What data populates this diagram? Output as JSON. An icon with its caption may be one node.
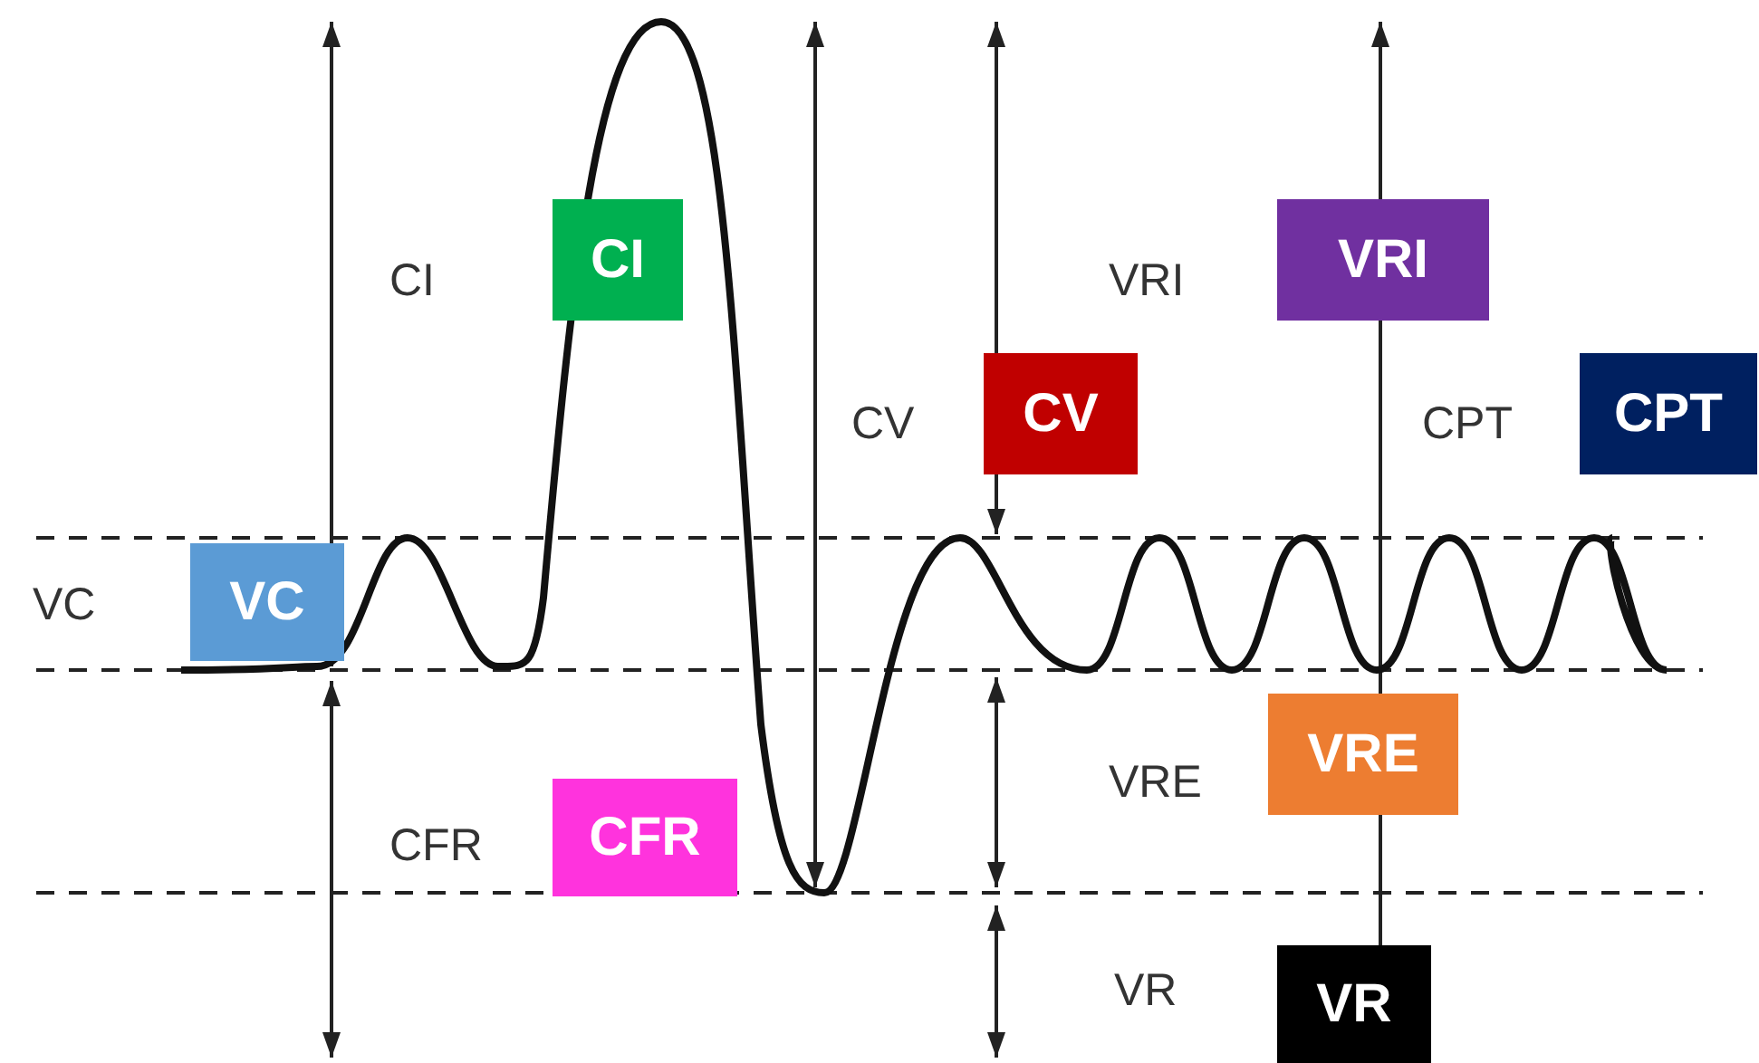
{
  "diagram": {
    "nodes": [
      {
        "text": [
          "CI"
        ]
      },
      {
        "text": [
          "VRI"
        ]
      },
      {
        "text": [
          "CV"
        ]
      },
      {
        "text": [
          "CPT"
        ]
      },
      {
        "text": [
          "VC"
        ]
      },
      {
        "text": [
          "VRE"
        ]
      },
      {
        "text": [
          "CFR"
        ]
      },
      {
        "text": [
          "VR"
        ]
      }
    ],
    "labels": [
      "CI",
      "VRI",
      "CV",
      "CPT",
      "VC",
      "VRE",
      "CFR",
      "VR"
    ]
  }
}
